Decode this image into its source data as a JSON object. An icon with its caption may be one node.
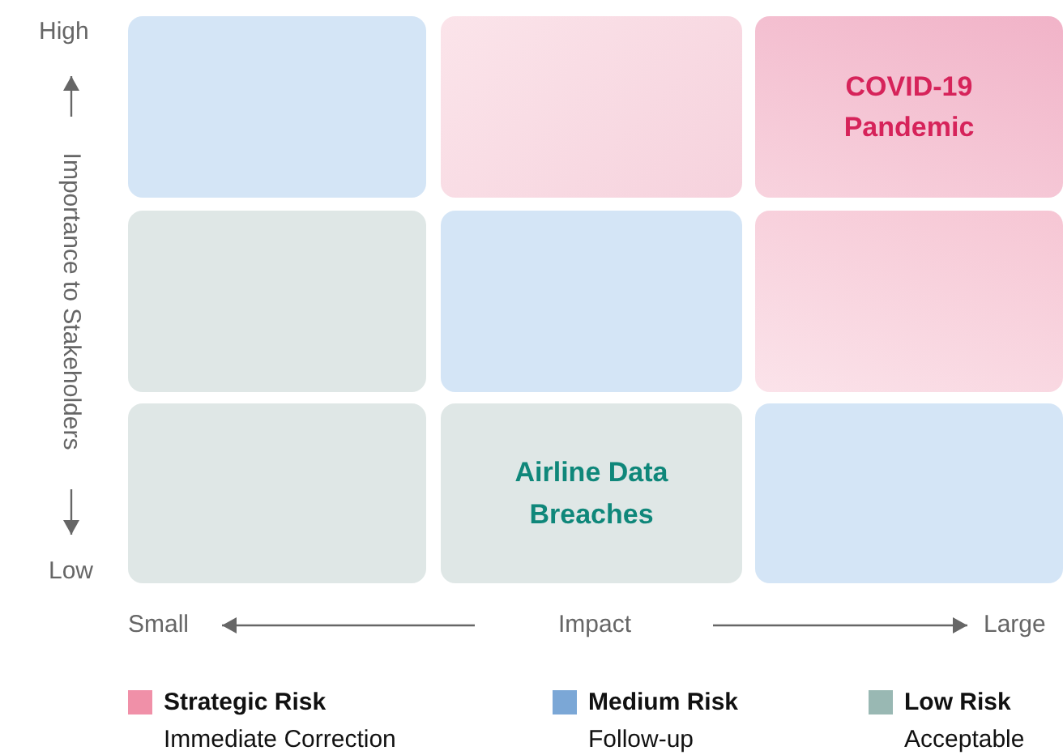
{
  "diagram": {
    "nodes": [
      {
        "text": [],
        "shape": "box"
      },
      {
        "text": [],
        "shape": "box"
      },
      {
        "text": [
          "COVID-19 Pandemic"
        ]
      },
      {
        "text": [],
        "shape": "box"
      },
      {
        "text": [],
        "shape": "box"
      },
      {
        "text": [],
        "shape": "box"
      },
      {
        "text": [],
        "shape": "box"
      },
      {
        "text": [
          "Airline Data Breaches"
        ]
      },
      {
        "text": [],
        "shape": "box"
      }
    ],
    "labels": [
      "High",
      "Importance to Stakeholders",
      "Low",
      "Small",
      "Impact",
      "Large",
      "Immediate Correction",
      "Follow-up",
      "Acceptable"
    ],
    "legend": [
      {
        "text": "Strategic Risk",
        "color": "#f090a8"
      },
      {
        "text": "Medium Risk",
        "color": "#7ba7d6"
      },
      {
        "text": "Low Risk",
        "color": "#99b8b3"
      }
    ]
  }
}
